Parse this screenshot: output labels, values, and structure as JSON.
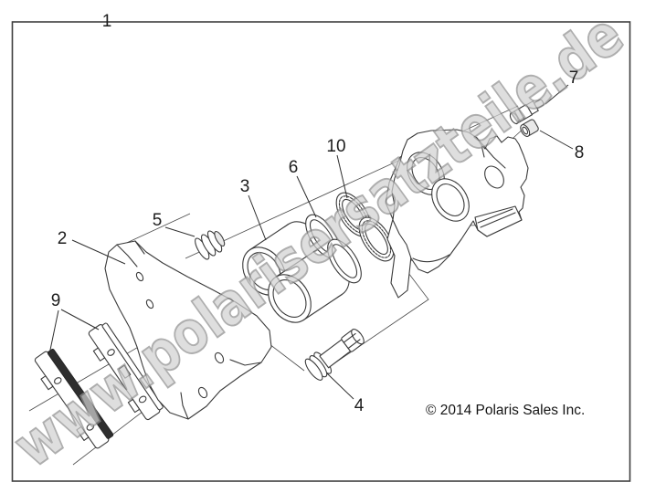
{
  "diagram": {
    "title_hint": "exploded parts diagram",
    "callouts": [
      {
        "label": "1"
      },
      {
        "label": "2"
      },
      {
        "label": "3"
      },
      {
        "label": "4"
      },
      {
        "label": "5"
      },
      {
        "label": "6"
      },
      {
        "label": "7"
      },
      {
        "label": "8"
      },
      {
        "label": "9"
      },
      {
        "label": "10"
      }
    ],
    "watermark": "www.polarisersatzteile.de",
    "copyright": "© 2014 Polaris Sales Inc.",
    "colors": {
      "background": "#ffffff",
      "line_art": "#3a3a3a",
      "label_text": "#1d1d1d",
      "watermark_fill": "#d2d2d2",
      "watermark_outline": "#8f8f8f",
      "pad_friction": "#2e2e2e"
    }
  }
}
